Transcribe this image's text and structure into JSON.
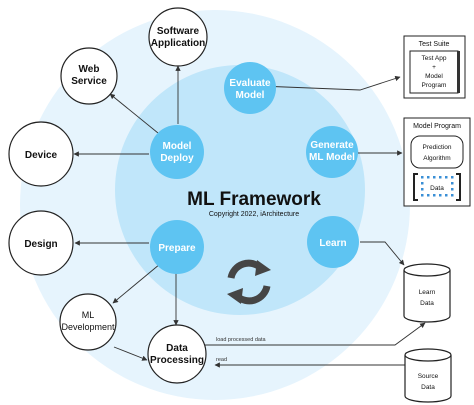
{
  "title": "ML Framework",
  "copyright": "Copyright 2022, iArchitecture",
  "core_nodes": {
    "evaluate": [
      "Evaluate",
      "Model"
    ],
    "generate": [
      "Generate",
      "ML Model"
    ],
    "learn": [
      "Learn"
    ],
    "deploy": [
      "Model",
      "Deploy"
    ],
    "prepare": [
      "Prepare"
    ]
  },
  "outer_nodes": {
    "software": [
      "Software",
      "Application"
    ],
    "web": [
      "Web",
      "Service"
    ],
    "device": [
      "Device"
    ],
    "design": [
      "Design"
    ],
    "mldev": [
      "ML",
      "Development"
    ],
    "dataproc": [
      "Data",
      "Processing"
    ]
  },
  "test_suite": {
    "title": "Test Suite",
    "inner": [
      "Test App",
      "+",
      "Model",
      "Program"
    ]
  },
  "model_program": {
    "title": "Model Program",
    "algorithm": [
      "Prediction",
      "Algorithm"
    ],
    "data": "Data"
  },
  "stores": {
    "learn_data": [
      "Learn",
      "Data"
    ],
    "source_data": [
      "Source",
      "Data"
    ]
  },
  "edge_labels": {
    "load": "load processed data",
    "read": "read"
  },
  "colors": {
    "outer_ring": "#e6f4fd",
    "inner_ring": "#c0e6fa",
    "node": "#5ec4f2",
    "dark": "#222222"
  },
  "icons": {
    "cycle": "recycle-arrows-icon",
    "database": "database-cylinder-icon"
  }
}
